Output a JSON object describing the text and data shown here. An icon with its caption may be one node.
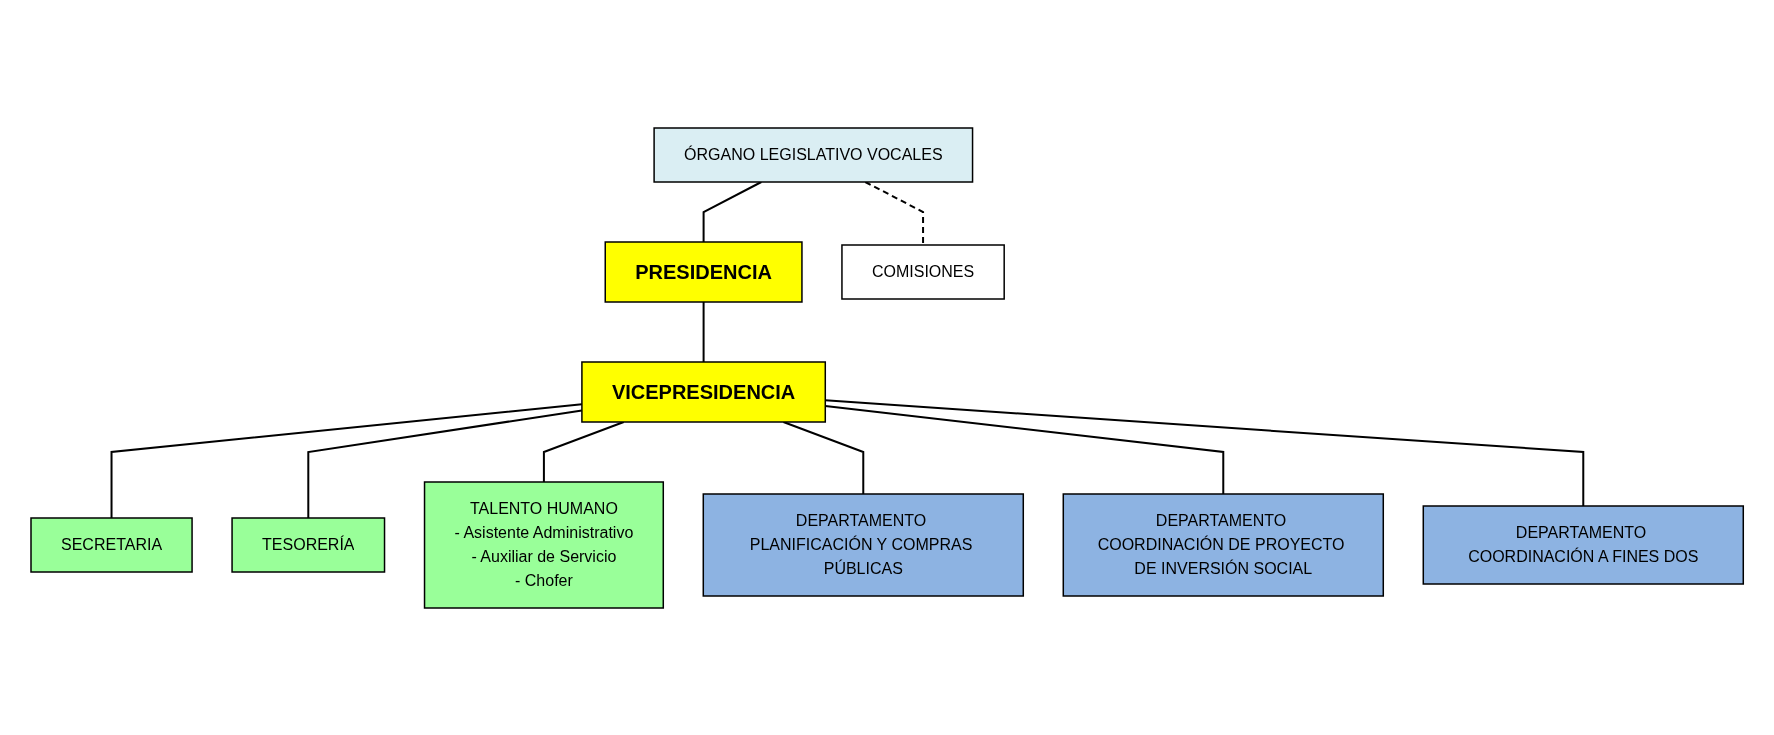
{
  "diagram": {
    "nodes": [
      {
        "text": [
          "ÓRGANO LEGISLATIVO VOCALES"
        ]
      },
      {
        "text": [
          "PRESIDENCIA"
        ]
      },
      {
        "text": [
          "COMISIONES"
        ]
      },
      {
        "text": [
          "VICEPRESIDENCIA"
        ]
      },
      {
        "text": [
          "SECRETARIA"
        ]
      },
      {
        "text": [
          "TESORERÍA"
        ]
      },
      {
        "text": [
          "TALENTO HUMANO",
          "- Asistente Administrativo",
          "- Auxiliar de Servicio",
          "- Chofer"
        ]
      },
      {
        "text": [
          "DEPARTAMENTO PLANIFICACIÓN Y COMPRAS PÚBLICAS"
        ]
      },
      {
        "text": [
          "DEPARTAMENTO COORDINACIÓN DE PROYECTO DE INVERSIÓN SOCIAL"
        ]
      },
      {
        "text": [
          "DEPARTAMENTO COORDINACIÓN A FINES DOS"
        ]
      }
    ],
    "edges": [
      {
        "from": 0,
        "to": 1,
        "arrow": "none"
      },
      {
        "from": 0,
        "to": 2,
        "arrow": "none",
        "style": "dashed"
      },
      {
        "from": 1,
        "to": 3,
        "arrow": "none"
      },
      {
        "from": 3,
        "to": 4,
        "arrow": "none"
      },
      {
        "from": 3,
        "to": 5,
        "arrow": "none"
      },
      {
        "from": 3,
        "to": 6,
        "arrow": "none"
      },
      {
        "from": 3,
        "to": 7,
        "arrow": "none"
      },
      {
        "from": 3,
        "to": 8,
        "arrow": "none"
      },
      {
        "from": 3,
        "to": 9,
        "arrow": "none"
      }
    ]
  }
}
